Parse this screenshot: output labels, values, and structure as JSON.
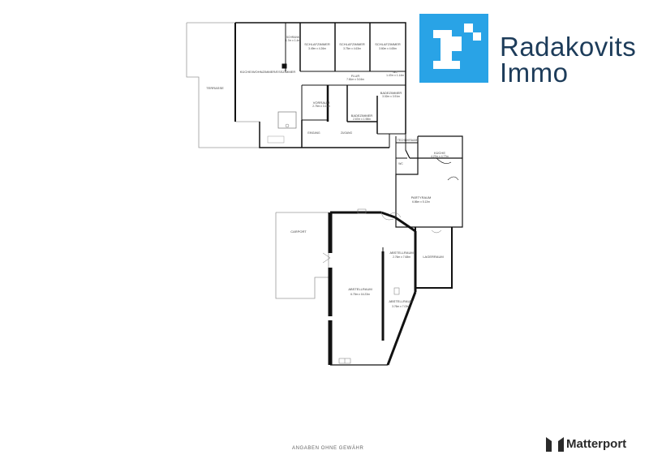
{
  "brand": {
    "name_line1": "Radakovits",
    "name_line2": "Immo",
    "logo_color": "#29a3e6",
    "text_color": "#1d3c5a"
  },
  "floorplan": {
    "rooms": [
      {
        "key": "terrasse",
        "label": "TERRASSE",
        "dims": ""
      },
      {
        "key": "schrank",
        "label": "SCHRANK",
        "dims": "1.7m x 1.4m"
      },
      {
        "key": "schlaf1",
        "label": "SCHLAFZIMMER",
        "dims": "3.49m x 4.26m"
      },
      {
        "key": "schlaf2",
        "label": "SCHLAFZIMMER",
        "dims": "3.75m x 4.63m"
      },
      {
        "key": "schlaf3",
        "label": "SCHLAFZIMMER",
        "dims": "3.60m x 4.65m"
      },
      {
        "key": "kueche_wohn",
        "label": "KÜCHE/WOHNZIMMER/ESSZIMMER",
        "dims": ""
      },
      {
        "key": "flur",
        "label": "FLUR",
        "dims": "7.81m x 3.04m"
      },
      {
        "key": "wc1",
        "label": "WC",
        "dims": "1.47m x 1.14m"
      },
      {
        "key": "vorraum",
        "label": "VORRAUM",
        "dims": "2.75m x 3.11m"
      },
      {
        "key": "badezimmer1",
        "label": "BADEZIMMER",
        "dims": "2.67m x 1.98m"
      },
      {
        "key": "badezimmer2",
        "label": "BADEZIMMER",
        "dims": "3.02m x 3.91m"
      },
      {
        "key": "eingang",
        "label": "EINGANG",
        "dims": ""
      },
      {
        "key": "zugang",
        "label": "ZUGANG",
        "dims": ""
      },
      {
        "key": "technik",
        "label": "TECHNIKRAUM",
        "dims": ""
      },
      {
        "key": "kueche2",
        "label": "KÜCHE",
        "dims": "4.27m x 4.77m"
      },
      {
        "key": "wc2",
        "label": "WC",
        "dims": ""
      },
      {
        "key": "partyraum",
        "label": "PARTYRAUM",
        "dims": "6.86m x 5.12m"
      },
      {
        "key": "carport",
        "label": "CARPORT",
        "dims": ""
      },
      {
        "key": "lagerraum",
        "label": "LAGERRAUM",
        "dims": ""
      },
      {
        "key": "abstell1",
        "label": "ABSTELLRAUM",
        "dims": "2.76m x 7.68m"
      },
      {
        "key": "abstell2",
        "label": "ABSTELLRAUM",
        "dims": "6.75m x 16.23m"
      },
      {
        "key": "abstell3",
        "label": "ABSTELLRAUM",
        "dims": "3.76m x 7.03m"
      }
    ]
  },
  "footer": {
    "note": "ANGABEN OHNE GEWÄHR",
    "vendor": "Matterport"
  }
}
